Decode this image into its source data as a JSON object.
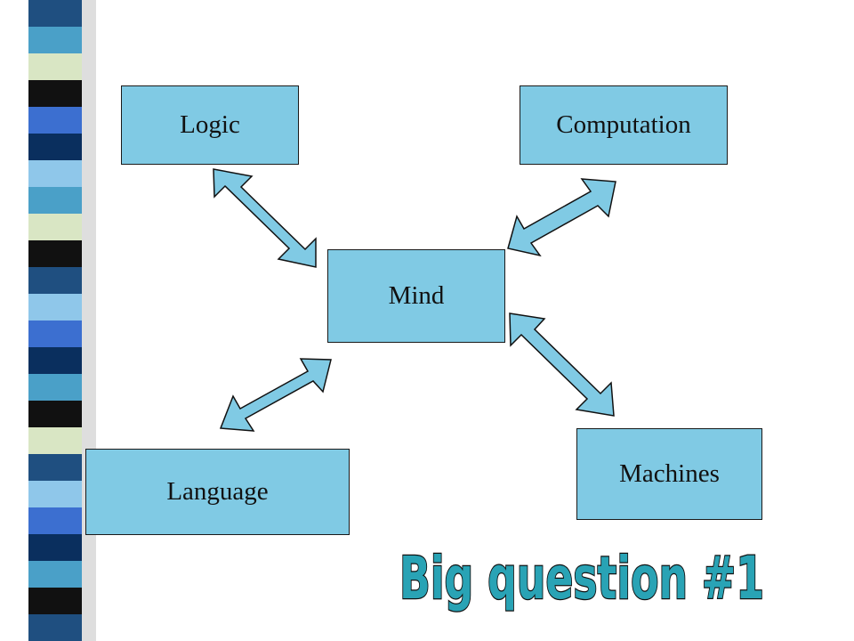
{
  "slide": {
    "nodes": {
      "logic": "Logic",
      "computation": "Computation",
      "mind": "Mind",
      "language": "Language",
      "machines": "Machines"
    },
    "headline": "Big question #1"
  },
  "colors": {
    "box_fill": "#80cae4",
    "arrow_fill": "#80cae4",
    "headline_fill": "#29a3b5",
    "stripe_palette": [
      "#1f4f80",
      "#4aa0c8",
      "#d9e6c4",
      "#111111",
      "#3c6fd0",
      "#0a2f5e",
      "#8fc7ea"
    ]
  },
  "icons": [
    "double-arrow-icon"
  ]
}
